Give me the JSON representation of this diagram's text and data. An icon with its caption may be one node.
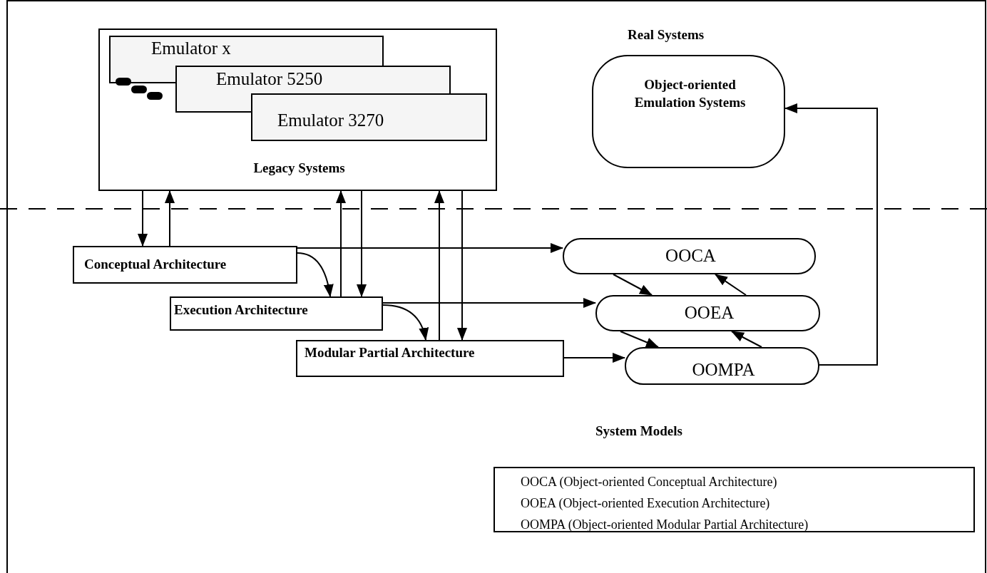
{
  "diagram": {
    "nodes": [
      {
        "text": [
          "Legacy Systems"
        ]
      },
      {
        "text": [
          "Emulator x"
        ],
        "in": 0
      },
      {
        "text": [
          "Emulator 5250"
        ],
        "in": 0
      },
      {
        "text": [
          "Emulator 3270"
        ],
        "in": 0
      },
      {
        "text": [
          "Object-oriented Emulation Systems"
        ]
      },
      {
        "text": [
          "Conceptual Architecture"
        ]
      },
      {
        "text": [
          "Execution Architecture"
        ]
      },
      {
        "text": [
          "Modular Partial Architecture"
        ]
      },
      {
        "text": [
          "OOCA"
        ]
      },
      {
        "text": [
          "OOEA"
        ]
      },
      {
        "text": [
          "OOMPA"
        ]
      },
      {
        "text": [
          "OOCA (Object-oriented Conceptual Architecture)",
          "OOEA (Object-oriented Execution Architecture)",
          "OOMPA (Object-oriented Modular Partial Architecture)"
        ]
      }
    ],
    "edges": [
      {
        "from": 0,
        "to": 5,
        "arrow": "to"
      },
      {
        "from": 5,
        "to": 0,
        "arrow": "to"
      },
      {
        "from": 6,
        "to": 0,
        "arrow": "to"
      },
      {
        "from": 0,
        "to": 6,
        "arrow": "to"
      },
      {
        "from": 7,
        "to": 0,
        "arrow": "to"
      },
      {
        "from": 0,
        "to": 7,
        "arrow": "to"
      },
      {
        "from": 5,
        "to": 6,
        "arrow": "to"
      },
      {
        "from": 6,
        "to": 7,
        "arrow": "to"
      },
      {
        "from": 5,
        "to": 8,
        "arrow": "to"
      },
      {
        "from": 6,
        "to": 9,
        "arrow": "to"
      },
      {
        "from": 7,
        "to": 10,
        "arrow": "to"
      },
      {
        "from": 8,
        "to": 9,
        "arrow": "to"
      },
      {
        "from": 9,
        "to": 8,
        "arrow": "to"
      },
      {
        "from": 9,
        "to": 10,
        "arrow": "to"
      },
      {
        "from": 10,
        "to": 9,
        "arrow": "to"
      },
      {
        "from": 10,
        "to": 4,
        "arrow": "to"
      }
    ],
    "labels": [
      "Real Systems",
      "System Models"
    ]
  }
}
